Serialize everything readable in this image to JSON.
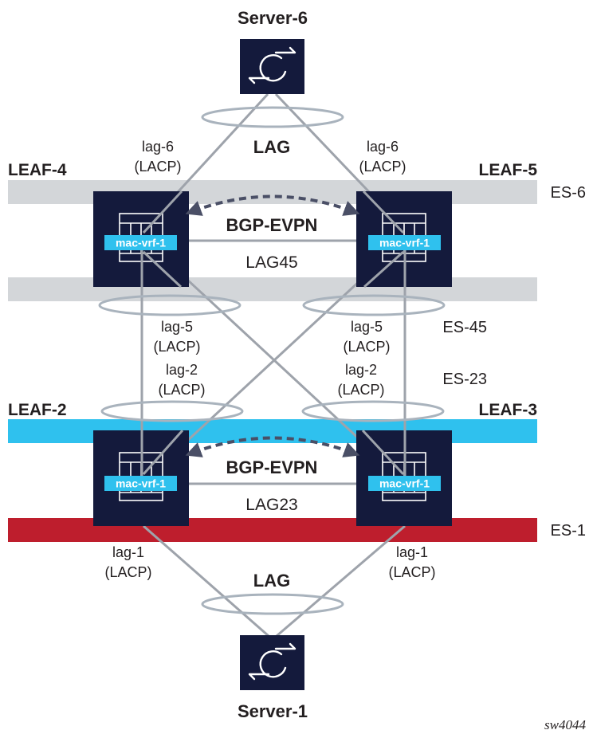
{
  "colors": {
    "device": "#141a3c",
    "link": "#9ea3ab",
    "ring": "#a9b3bd",
    "es_band": "#d3d6d9",
    "es23_band": "#2fc1ee",
    "es1_band": "#be1e2d",
    "mac_vrf": "#2fc1ee",
    "dashed_arrow": "#4a4f66"
  },
  "servers": {
    "top": {
      "label": "Server-6",
      "icon": "sync-arrows-icon"
    },
    "bottom": {
      "label": "Server-1",
      "icon": "sync-arrows-icon"
    }
  },
  "leaves": {
    "leaf4": "LEAF-4",
    "leaf5": "LEAF-5",
    "leaf2": "LEAF-2",
    "leaf3": "LEAF-3"
  },
  "mac_vrf_label": "mac-vrf-1",
  "ethernet_segments": {
    "es6": "ES-6",
    "es45": "ES-45",
    "es23": "ES-23",
    "es1": "ES-1"
  },
  "links": {
    "top_lag": "LAG",
    "bottom_lag": "LAG",
    "lag45": "LAG45",
    "lag23": "LAG23",
    "bgp_evpn_top": "BGP-EVPN",
    "bgp_evpn_bottom": "BGP-EVPN",
    "lag6_left": [
      "lag-6",
      "(LACP)"
    ],
    "lag6_right": [
      "lag-6",
      "(LACP)"
    ],
    "lag5_left": [
      "lag-5",
      "(LACP)"
    ],
    "lag5_right": [
      "lag-5",
      "(LACP)"
    ],
    "lag2_left": [
      "lag-2",
      "(LACP)"
    ],
    "lag2_right": [
      "lag-2",
      "(LACP)"
    ],
    "lag1_left": [
      "lag-1",
      "(LACP)"
    ],
    "lag1_right": [
      "lag-1",
      "(LACP)"
    ]
  },
  "figure_id": "sw4044"
}
